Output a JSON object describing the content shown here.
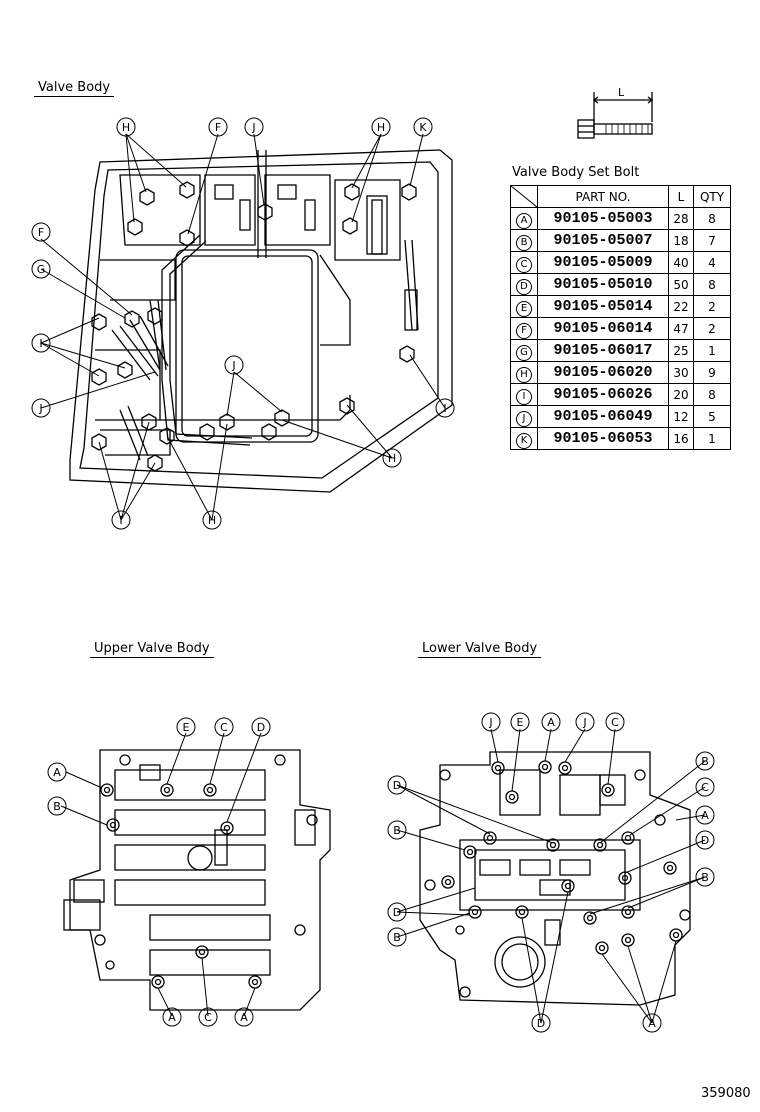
{
  "titles": {
    "valve_body": "Valve Body",
    "upper_valve_body": "Upper Valve Body",
    "lower_valve_body": "Lower Valve Body"
  },
  "bolt_dimension_label": "L",
  "table": {
    "title": "Valve Body Set Bolt",
    "headers": [
      "PART NO.",
      "L",
      "QTY"
    ],
    "rows": [
      {
        "key": "A",
        "part_no": "90105-05003",
        "length": "28",
        "qty": "8"
      },
      {
        "key": "B",
        "part_no": "90105-05007",
        "length": "18",
        "qty": "7"
      },
      {
        "key": "C",
        "part_no": "90105-05009",
        "length": "40",
        "qty": "4"
      },
      {
        "key": "D",
        "part_no": "90105-05010",
        "length": "50",
        "qty": "8"
      },
      {
        "key": "E",
        "part_no": "90105-05014",
        "length": "22",
        "qty": "2"
      },
      {
        "key": "F",
        "part_no": "90105-06014",
        "length": "47",
        "qty": "2"
      },
      {
        "key": "G",
        "part_no": "90105-06017",
        "length": "25",
        "qty": "1"
      },
      {
        "key": "H",
        "part_no": "90105-06020",
        "length": "30",
        "qty": "9"
      },
      {
        "key": "I",
        "part_no": "90105-06026",
        "length": "20",
        "qty": "8"
      },
      {
        "key": "J",
        "part_no": "90105-06049",
        "length": "12",
        "qty": "5"
      },
      {
        "key": "K",
        "part_no": "90105-06053",
        "length": "16",
        "qty": "1"
      }
    ]
  },
  "callouts": {
    "valve_body": [
      "H",
      "F",
      "J",
      "H",
      "K",
      "F",
      "G",
      "I",
      "J",
      "J",
      "I",
      "H",
      "I",
      "H"
    ],
    "upper_valve_body": [
      "E",
      "C",
      "D",
      "A",
      "B",
      "A",
      "C",
      "A"
    ],
    "lower_valve_body": [
      "J",
      "E",
      "A",
      "J",
      "C",
      "D",
      "B",
      "B",
      "C",
      "A",
      "D",
      "B",
      "D",
      "B",
      "D",
      "A"
    ]
  },
  "figure_code": "359080"
}
